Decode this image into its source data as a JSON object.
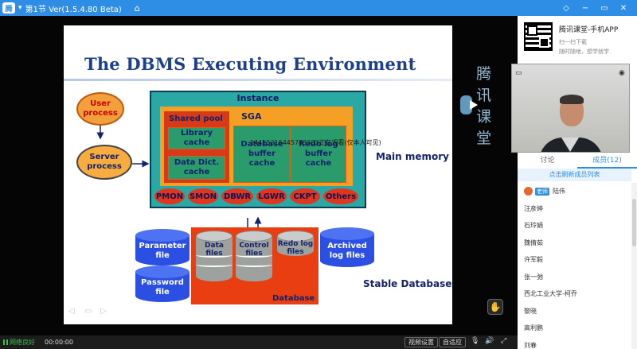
{
  "window": {
    "title": "第1节 Ver(1.5.4.80 Beta)",
    "logo_glyph": "腾",
    "menu_icon": "menu-icon",
    "home_icon": "home-icon",
    "controls": [
      "◇",
      "−",
      "▭",
      "✕"
    ]
  },
  "slide": {
    "title": "The DBMS Executing Environment",
    "watermark": "腾讯课堂",
    "user_process": "User process",
    "server_process": "Server process",
    "instance": "Instance",
    "sga": "SGA",
    "shared_pool": "Shared pool",
    "library_cache": "Library cache",
    "data_dict_cache": "Data Dict. cache",
    "database_buffer_cache": "Database buffer cache",
    "redo_log_buffer_cache": "Redo log buffer cache",
    "background_processes": [
      "PMON",
      "SMON",
      "DBWR",
      "LGWR",
      "CKPT",
      "Others"
    ],
    "main_memory": "Main memory",
    "parameter_file": "Parameter file",
    "password_file": "Password file",
    "data_files": "Data files",
    "control_files": "Control files",
    "redo_log_files": "Redo log files",
    "archived_log_files": "Archived log files",
    "database": "Database",
    "stable_database": "Stable Database",
    "overlay_text": "14415216445783303正在观看(仅本人可见)"
  },
  "player": {
    "nav": [
      "◁",
      "▭",
      "▷"
    ],
    "hand_icon": "hand-raise-icon"
  },
  "panel": {
    "promo_title": "腾讯课堂-手机APP",
    "promo_line1": "扫一扫下载",
    "promo_line2": "随时随地，想学就学",
    "video_controls": [
      "▭",
      "◉"
    ],
    "tabs": [
      "讨论",
      "成员(12)"
    ],
    "active_tab_index": 1,
    "refresh": "点击刷新成员列表",
    "teacher_tag": "老师",
    "members": [
      "陆伟",
      "汪彦婷",
      "石玲娟",
      "魏倩茹",
      "许军毅",
      "张一弛",
      "西北工业大学-柯乔",
      "黎晓",
      "高利鹏",
      "刘春"
    ]
  },
  "bottom": {
    "network": "网络良好",
    "time": "00:00:00",
    "video_settings": "视频设置",
    "adaptive": "自适应",
    "mic_icon": "mic-icon",
    "volume_icon": "volume-icon",
    "fullscreen_icon": "fullscreen-icon"
  }
}
